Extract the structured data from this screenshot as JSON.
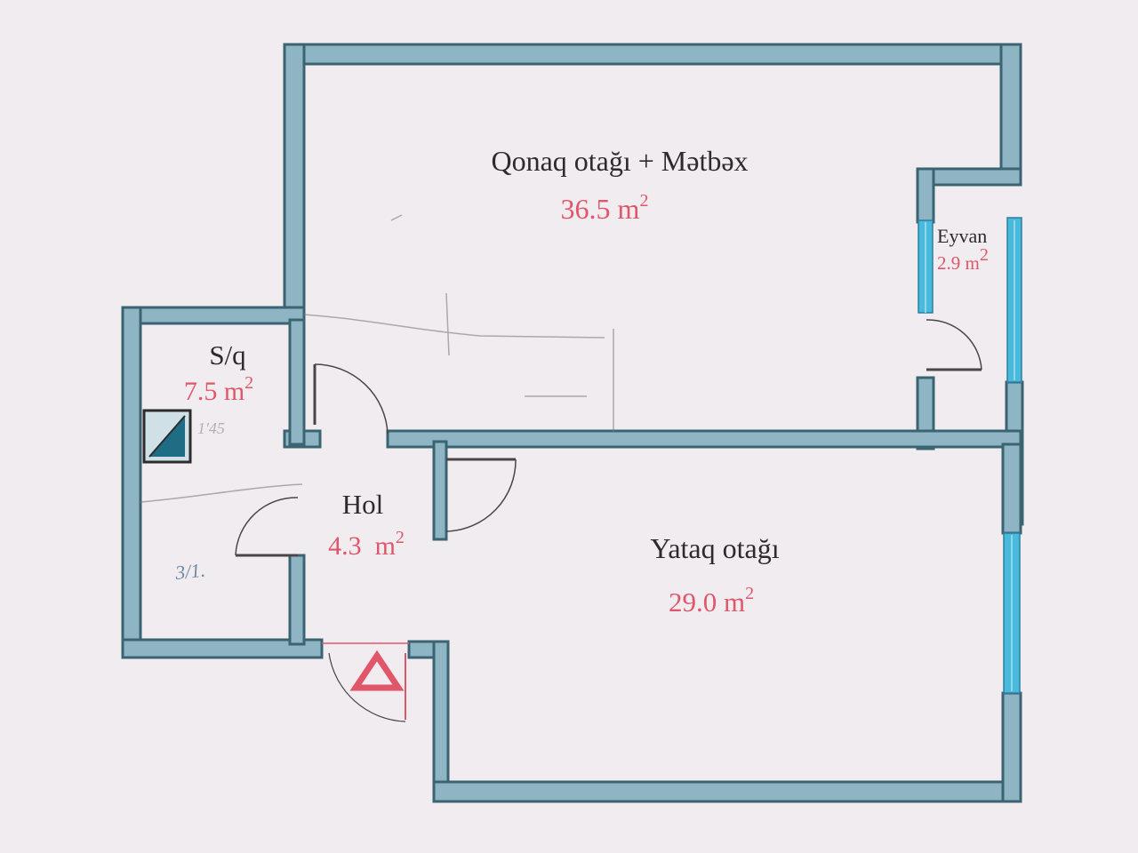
{
  "rooms": {
    "living_kitchen": {
      "name": "Qonaq otağı + Mətbəx",
      "area": "36.5 m",
      "area_sup": "2"
    },
    "balcony": {
      "name": "Eyvan",
      "area": "2.9 m",
      "area_sup": "2"
    },
    "bathroom": {
      "name": "S/q",
      "area": "7.5 m",
      "area_sup": "2"
    },
    "hall": {
      "name": "Hol",
      "area": "4.3  m",
      "area_sup": "2"
    },
    "bedroom": {
      "name": "Yataq otağı",
      "area": "29.0 m",
      "area_sup": "2"
    }
  },
  "handwriting": {
    "note_bath": "3/1.",
    "note_bath_top": "1'45"
  },
  "colors": {
    "wall": "#8fb5c4",
    "wall_edge": "#3b6472",
    "window": "#49b9dc",
    "area_text": "#e0566a",
    "entrance": "#e0566a",
    "paper": "#f1ecef"
  },
  "icons": {
    "entrance": "entrance-triangle-icon",
    "shower": "shower-tray-icon"
  }
}
